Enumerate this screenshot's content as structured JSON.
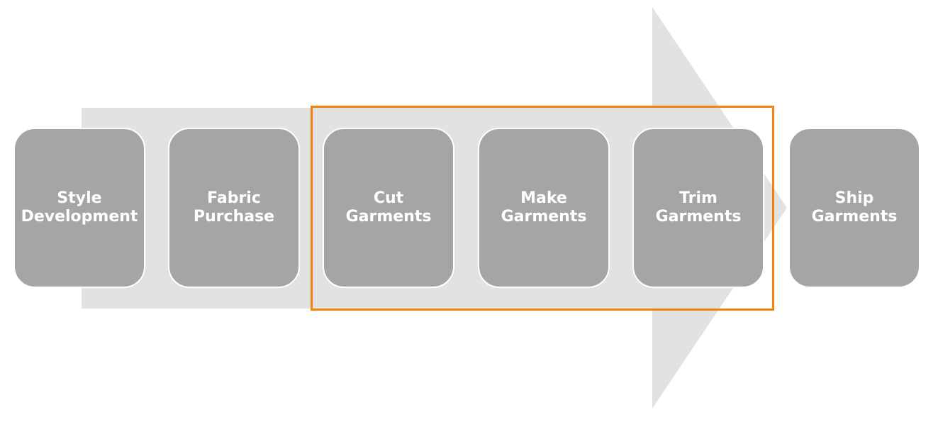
{
  "steps": [
    {
      "id": "style-development",
      "label": "Style\nDevelopment"
    },
    {
      "id": "fabric-purchase",
      "label": "Fabric\nPurchase"
    },
    {
      "id": "cut-garments",
      "label": "Cut\nGarments"
    },
    {
      "id": "make-garments",
      "label": "Make\nGarments"
    },
    {
      "id": "trim-garments",
      "label": "Trim\nGarments"
    },
    {
      "id": "ship-garments",
      "label": "Ship\nGarments"
    }
  ],
  "highlight": {
    "covers_steps": [
      "cut-garments",
      "make-garments",
      "trim-garments"
    ]
  },
  "colors": {
    "arrow": "#e2e2e2",
    "step_fill": "#a5a5a5",
    "step_border": "#ffffff",
    "step_text": "#ffffff",
    "highlight": "#f4820e"
  }
}
